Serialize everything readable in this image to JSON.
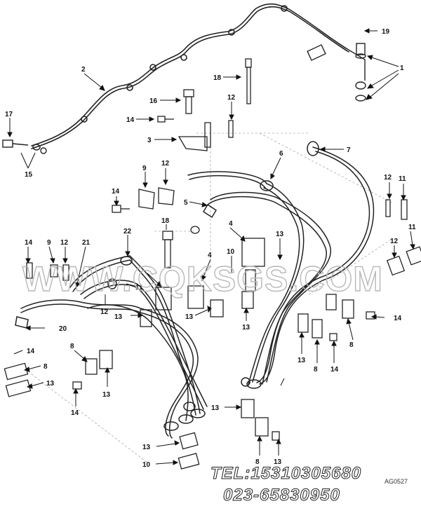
{
  "watermark": "WWW.CQKSGS.COM",
  "footer": {
    "tel": "TEL:15310305680",
    "phone": "023-65830950",
    "code": "AG0527"
  },
  "callouts": [
    "1",
    "2",
    "3",
    "4",
    "5",
    "6",
    "7",
    "8",
    "9",
    "10",
    "11",
    "12",
    "13",
    "14",
    "15",
    "16",
    "17",
    "18",
    "19",
    "20",
    "21",
    "22"
  ]
}
